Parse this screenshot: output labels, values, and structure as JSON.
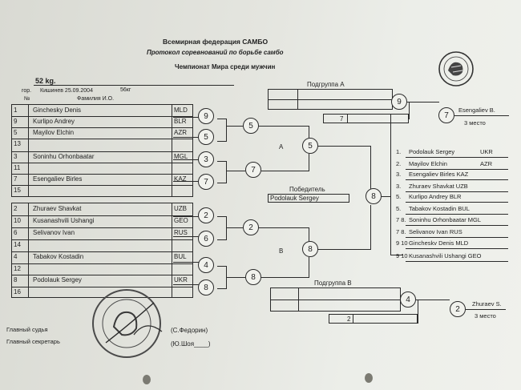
{
  "header": {
    "federation": "Всемирная федерация САМБО",
    "protocol": "Протокол соревнований по борьбе самбо",
    "championship": "Чемпионат Мира среди мужчин"
  },
  "weight": "52 kg.",
  "place_label": "гор.",
  "place_date": "Кишинев 25.09.2004",
  "weight_ru": "56кг",
  "col_no": "№",
  "col_name": "Фамилия И.О.",
  "group_a": {
    "rows": [
      {
        "num": "1",
        "name": "Ginchesky Denis",
        "country": "MLD"
      },
      {
        "num": "9",
        "name": "Kurlipo Andrey",
        "country": "BLR"
      },
      {
        "num": "5",
        "name": "Mayilov Elchin",
        "country": "AZR"
      },
      {
        "num": "13",
        "name": "",
        "country": ""
      },
      {
        "num": "3",
        "name": "Soninhu Orhonbaatar",
        "country": "MGL"
      },
      {
        "num": "11",
        "name": "",
        "country": ""
      },
      {
        "num": "7",
        "name": "Esengaliev Birles",
        "country": "KAZ"
      },
      {
        "num": "15",
        "name": "",
        "country": ""
      }
    ]
  },
  "group_b": {
    "rows": [
      {
        "num": "2",
        "name": "Zhuraev Shavkat",
        "country": "UZB"
      },
      {
        "num": "10",
        "name": "Kusanashvili Ushangi",
        "country": "GEO"
      },
      {
        "num": "6",
        "name": "Selivanov Ivan",
        "country": "RUS"
      },
      {
        "num": "14",
        "name": "",
        "country": ""
      },
      {
        "num": "4",
        "name": "Tabakov Kostadin",
        "country": "BUL"
      },
      {
        "num": "12",
        "name": "",
        "country": ""
      },
      {
        "num": "8",
        "name": "Podolauk  Sergey",
        "country": "UKR"
      },
      {
        "num": "16",
        "name": "",
        "country": ""
      }
    ]
  },
  "bracket": {
    "a_r1": [
      "9",
      "5",
      "3",
      "7"
    ],
    "a_r2": [
      "5",
      "7"
    ],
    "a_r3": "5",
    "b_r1": [
      "2",
      "6",
      "4",
      "8"
    ],
    "b_r2": [
      "2",
      "8"
    ],
    "b_r3": "8",
    "final": "8",
    "label_a": "A",
    "label_b": "B"
  },
  "winner_label": "Победитель",
  "winner_name": "Podolauk  Sergey",
  "subgroup_a": {
    "label": "Подгруппа  А",
    "circle1": "9",
    "circle2": "7",
    "box_value": "7",
    "name": "Esengaliev B.",
    "place": "3 место"
  },
  "subgroup_b": {
    "label": "Подгруппа  В",
    "circle1": "4",
    "circle2": "2",
    "box_value": "2",
    "name": "Zhuraev S.",
    "place": "3 место"
  },
  "results": [
    {
      "place": "1.",
      "name": "Podolauk  Sergey",
      "country": "UKR"
    },
    {
      "place": "2.",
      "name": "Mayilov  Elchin",
      "country": "AZR"
    },
    {
      "place": "3.",
      "name": "Esengaliev Birles KAZ",
      "country": ""
    },
    {
      "place": "3.",
      "name": "Zhuraev Shavkat UZB",
      "country": ""
    },
    {
      "place": "5.",
      "name": "Kurlipo Andrey BLR",
      "country": ""
    },
    {
      "place": "5.",
      "name": "Tabakov Kostadin BUL",
      "country": ""
    },
    {
      "place": "7 8.",
      "name": "Soninhu Orhonbaatar MGL",
      "country": ""
    },
    {
      "place": "7 8.",
      "name": "Selivanov Ivan  RUS",
      "country": ""
    },
    {
      "place": "9 10",
      "name": "Gincheskv Denis   MLD",
      "country": ""
    },
    {
      "place": "9 10",
      "name": "Kusanashvili Ushangi  GEO",
      "country": ""
    }
  ],
  "officials": {
    "judge_label": "Главный судья",
    "secretary_label": "Главный секретарь",
    "judge_name": "(С.Федорин)",
    "secretary_name": "(Ю.Шоя____)"
  }
}
